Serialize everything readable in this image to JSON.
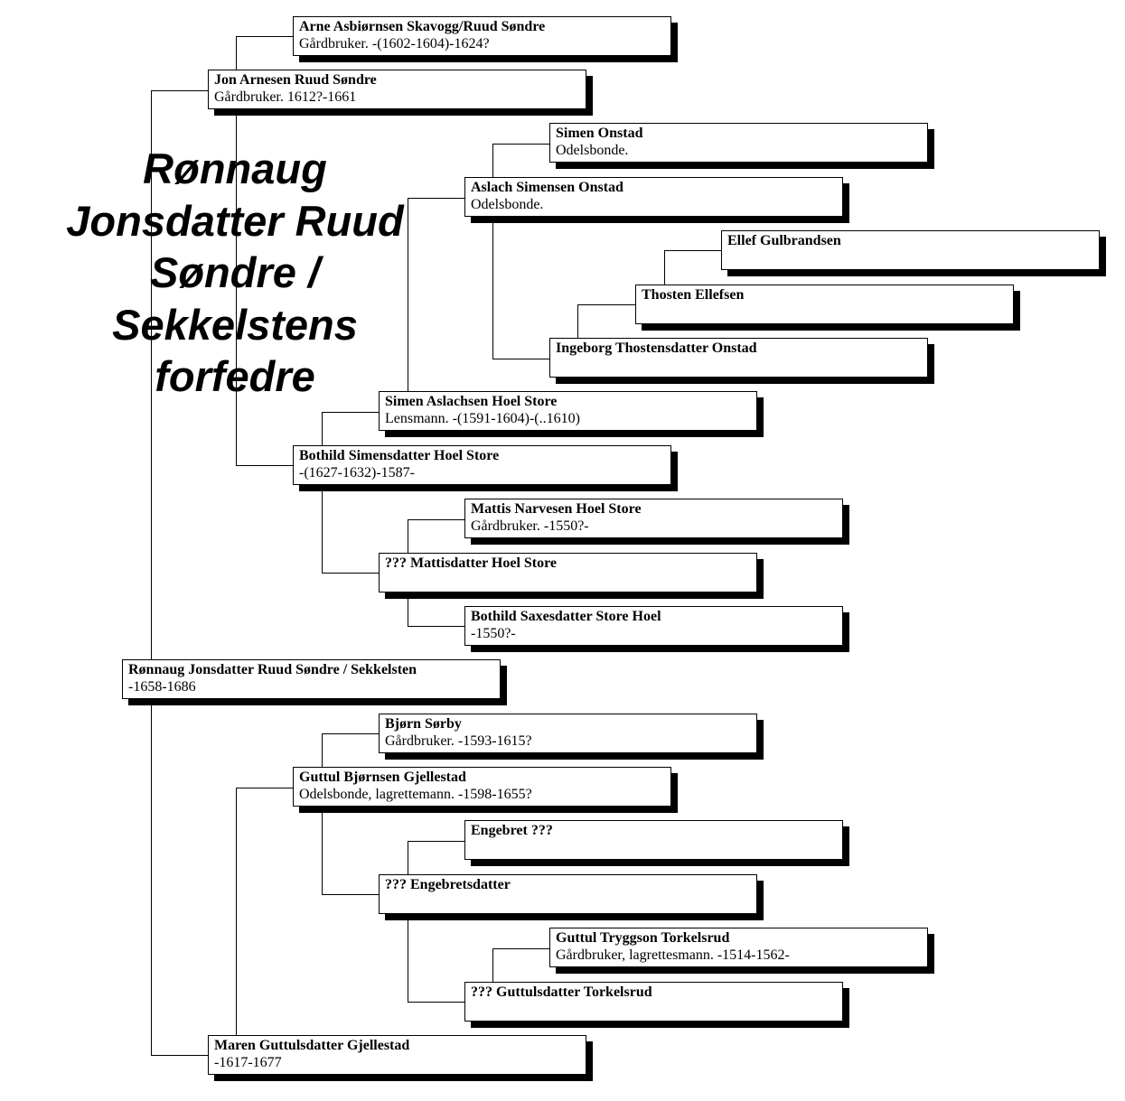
{
  "title": "Rønnaug Jonsdatter Ruud Søndre / Sekkelstens forfedre",
  "persons": {
    "arne": {
      "name": "Arne Asbiørnsen Skavogg/Ruud Søndre",
      "info": "Gårdbruker.  -(1602-1604)-1624?"
    },
    "jon": {
      "name": "Jon Arnesen Ruud Søndre",
      "info": "Gårdbruker.  1612?-1661"
    },
    "simen_o": {
      "name": "Simen  Onstad",
      "info": "Odelsbonde."
    },
    "aslach": {
      "name": "Aslach Simensen Onstad",
      "info": "Odelsbonde."
    },
    "ellef": {
      "name": "Ellef  Gulbrandsen",
      "info": ""
    },
    "thosten": {
      "name": "Thosten  Ellefsen",
      "info": ""
    },
    "ingeborg": {
      "name": "Ingeborg Thostensdatter Onstad",
      "info": ""
    },
    "simen_a": {
      "name": "Simen Aslachsen  Hoel Store",
      "info": "Lensmann.  -(1591-1604)-(..1610)"
    },
    "bothild_s": {
      "name": "Bothild Simensdatter Hoel Store",
      "info": "-(1627-1632)-1587-"
    },
    "mattis": {
      "name": "Mattis Narvesen Hoel Store",
      "info": "Gårdbruker.  -1550?-"
    },
    "mattisd": {
      "name": "??? Mattisdatter Hoel Store",
      "info": ""
    },
    "bothild_x": {
      "name": "Bothild Saxesdatter Store Hoel",
      "info": "-1550?-"
    },
    "ronnaug": {
      "name": "Rønnaug Jonsdatter Ruud Søndre / Sekkelsten",
      "info": "-1658-1686"
    },
    "bjorn": {
      "name": "Bjørn Sørby",
      "info": "Gårdbruker.  -1593-1615?"
    },
    "guttul_b": {
      "name": "Guttul Bjørnsen  Gjellestad",
      "info": "Odelsbonde, lagrettemann.   -1598-1655?"
    },
    "engebret": {
      "name": "Engebret ???",
      "info": ""
    },
    "engebretsd": {
      "name": "???  Engebretsdatter",
      "info": ""
    },
    "guttul_t": {
      "name": "Guttul Tryggson Torkelsrud",
      "info": "Gårdbruker, lagrettesmann.   -1514-1562-"
    },
    "guttulsd": {
      "name": "??? Guttulsdatter Torkelsrud",
      "info": ""
    },
    "maren": {
      "name": "Maren Guttulsdatter Gjellestad",
      "info": "-1617-1677"
    }
  }
}
